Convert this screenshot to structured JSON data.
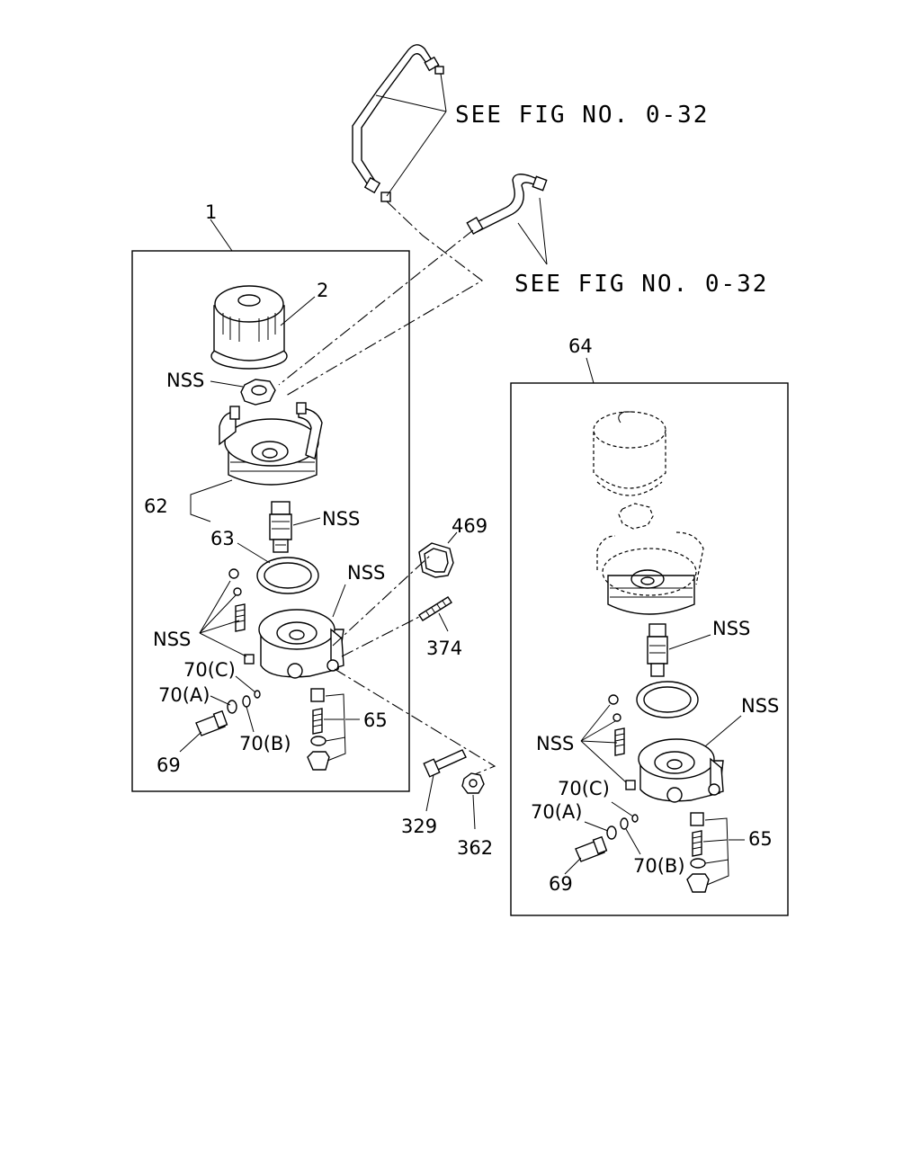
{
  "refs": {
    "top": "SEE FIG NO. 0-32",
    "middle": "SEE FIG NO. 0-32"
  },
  "left_assembly": {
    "callout_1": "1",
    "callout_2": "2",
    "nss_nut": "NSS",
    "callout_62": "62",
    "nss_fitting": "NSS",
    "callout_63": "63",
    "nss_body": "NSS",
    "nss_parts": "NSS",
    "callout_70c": "70(C)",
    "callout_70a": "70(A)",
    "callout_70b": "70(B)",
    "callout_69": "69",
    "callout_65": "65"
  },
  "outer_parts": {
    "callout_469": "469",
    "callout_374": "374",
    "callout_329": "329",
    "callout_362": "362"
  },
  "right_assembly": {
    "callout_64": "64",
    "nss_fitting": "NSS",
    "nss_body": "NSS",
    "nss_parts": "NSS",
    "callout_70c": "70(C)",
    "callout_70a": "70(A)",
    "callout_70b": "70(B)",
    "callout_69": "69",
    "callout_65": "65"
  }
}
